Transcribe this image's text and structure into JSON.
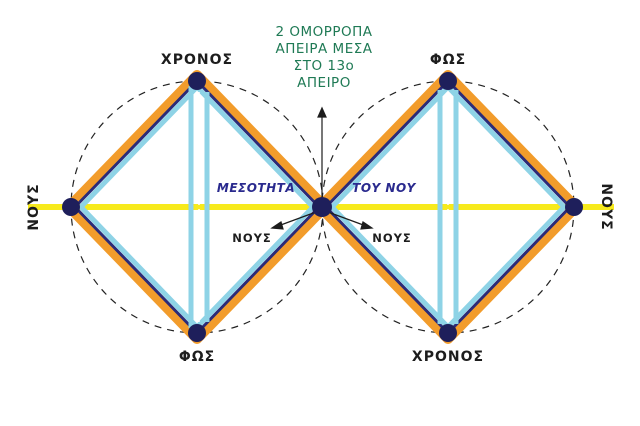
{
  "diagram": {
    "colors": {
      "axis": "#f7ea1c",
      "square_outer": "#f29c2b",
      "square_mid": "#2b2b78",
      "square_inner": "#8ed3e6",
      "node": "#1e1f5b",
      "circle": "#222222",
      "annotation_text": "#1f7a55",
      "center_text": "#2a2a8e"
    },
    "labels": {
      "top_left": "ΧΡΟΝΟΣ",
      "top_right": "ΦΩΣ",
      "bottom_left": "ΦΩΣ",
      "bottom_right": "ΧΡΟΝΟΣ",
      "left": "ΝΟΥΣ",
      "right": "ΝΟΥΣ",
      "center_left": "ΜΕΣΟΤΗΤΑ",
      "center_right": "ΤΟΥ ΝΟΥ",
      "under_left": "ΝΟΥΣ",
      "under_right": "ΝΟΥΣ"
    },
    "annotation": {
      "line1": "2 ΟΜΟΡΡΟΠΑ",
      "line2": "ΑΠΕΙΡΑ ΜΕΣΑ",
      "line3": "ΣΤΟ 13ο",
      "line4": "ΑΠΕΙΡΟ"
    }
  }
}
